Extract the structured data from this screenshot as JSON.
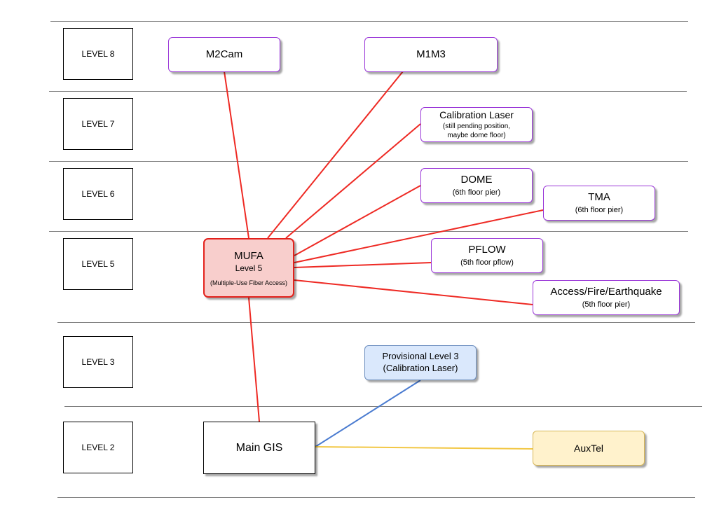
{
  "levels": {
    "l8": "LEVEL 8",
    "l7": "LEVEL 7",
    "l6": "LEVEL 6",
    "l5": "LEVEL 5",
    "l3": "LEVEL 3",
    "l2": "LEVEL 2"
  },
  "nodes": {
    "m2cam": {
      "title": "M2Cam"
    },
    "m1m3": {
      "title": "M1M3"
    },
    "calibration_laser": {
      "title": "Calibration Laser",
      "sub1": "(still pending position,",
      "sub2": "maybe dome floor)"
    },
    "dome": {
      "title": "DOME",
      "sub": "(6th floor pier)"
    },
    "tma": {
      "title": "TMA",
      "sub": "(6th floor pier)"
    },
    "pflow": {
      "title": "PFLOW",
      "sub": "(5th floor pflow)"
    },
    "access": {
      "title": "Access/Fire/Earthquake",
      "sub": "(5th floor pier)"
    },
    "mufa": {
      "title": "MUFA",
      "sub1": "Level 5",
      "sub2": "(Multiple-Use Fiber Access)"
    },
    "provisional": {
      "line1": "Provisional Level 3",
      "line2": "(Calibration Laser)"
    },
    "main_gis": {
      "title": "Main GIS"
    },
    "auxtel": {
      "title": "AuxTel"
    }
  },
  "colors": {
    "red_link": "#ee2a24",
    "blue_link": "#4a7bd0",
    "yellow_link": "#f2c744",
    "node_border": "#9a36d8"
  }
}
